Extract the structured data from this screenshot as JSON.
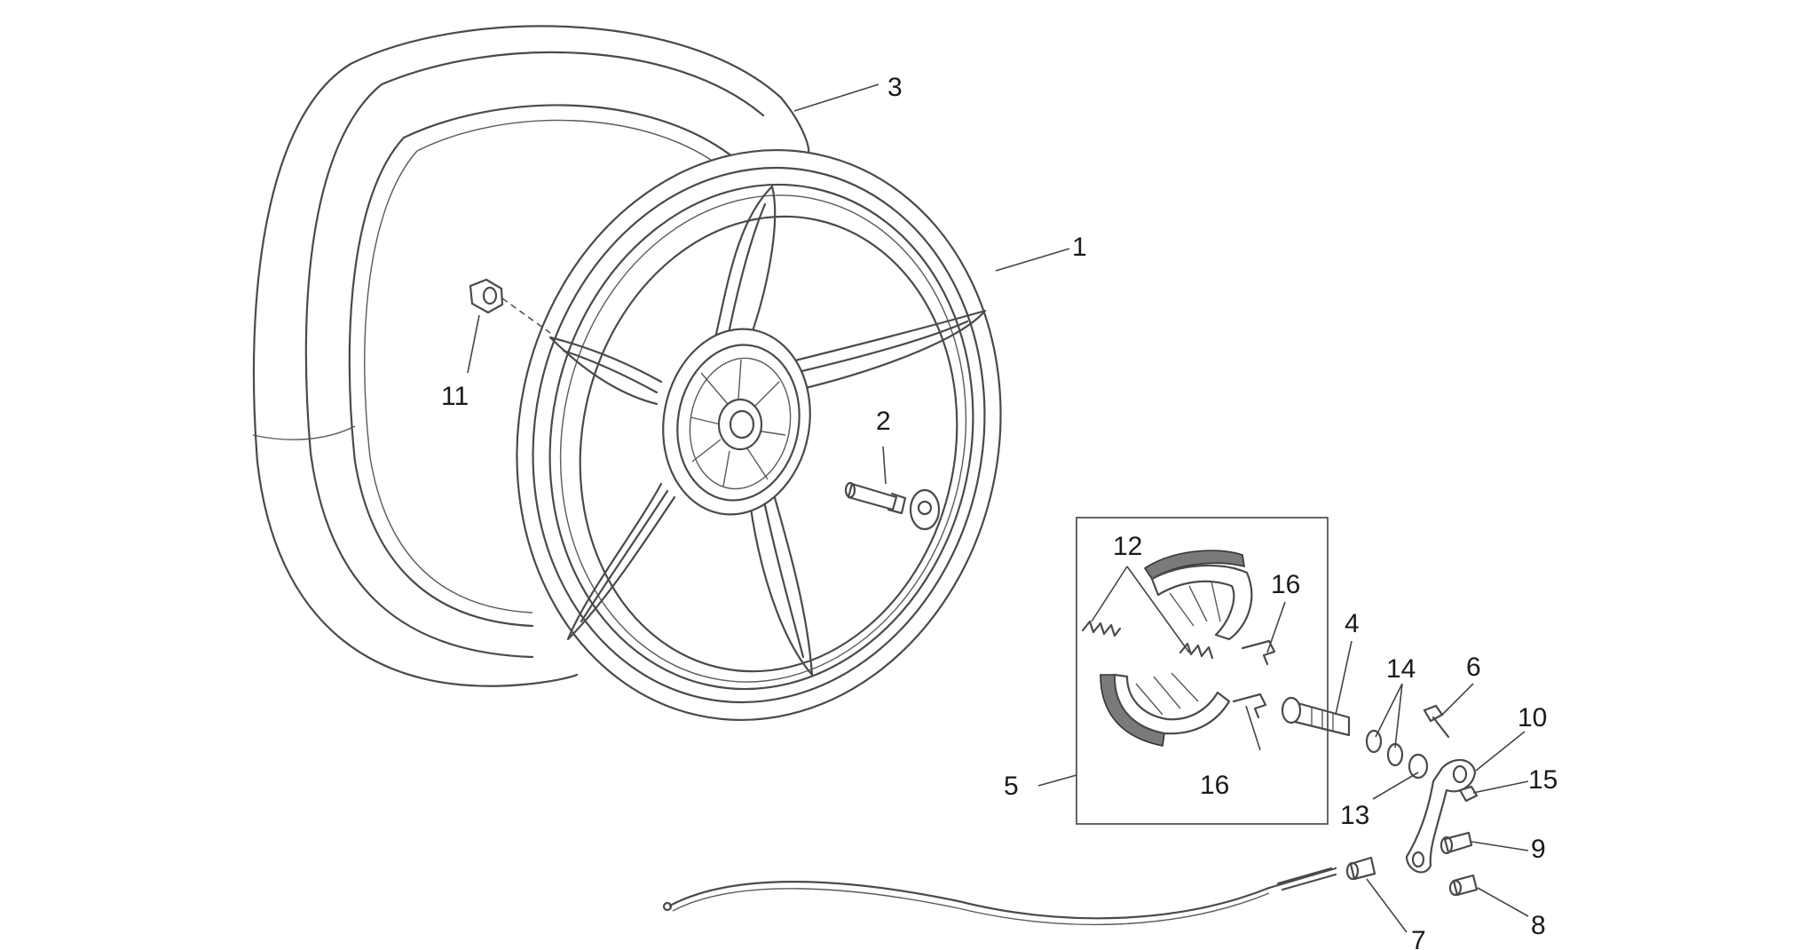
{
  "callouts": [
    {
      "id": "callout-1",
      "number": "1"
    },
    {
      "id": "callout-2",
      "number": "2"
    },
    {
      "id": "callout-3",
      "number": "3"
    },
    {
      "id": "callout-4",
      "number": "4"
    },
    {
      "id": "callout-5",
      "number": "5"
    },
    {
      "id": "callout-6",
      "number": "6"
    },
    {
      "id": "callout-7",
      "number": "7"
    },
    {
      "id": "callout-8",
      "number": "8"
    },
    {
      "id": "callout-9",
      "number": "9"
    },
    {
      "id": "callout-10",
      "number": "10"
    },
    {
      "id": "callout-11",
      "number": "11"
    },
    {
      "id": "callout-12",
      "number": "12"
    },
    {
      "id": "callout-13",
      "number": "13"
    },
    {
      "id": "callout-14",
      "number": "14"
    },
    {
      "id": "callout-15",
      "number": "15"
    },
    {
      "id": "callout-16a",
      "number": "16"
    },
    {
      "id": "callout-16b",
      "number": "16"
    }
  ]
}
